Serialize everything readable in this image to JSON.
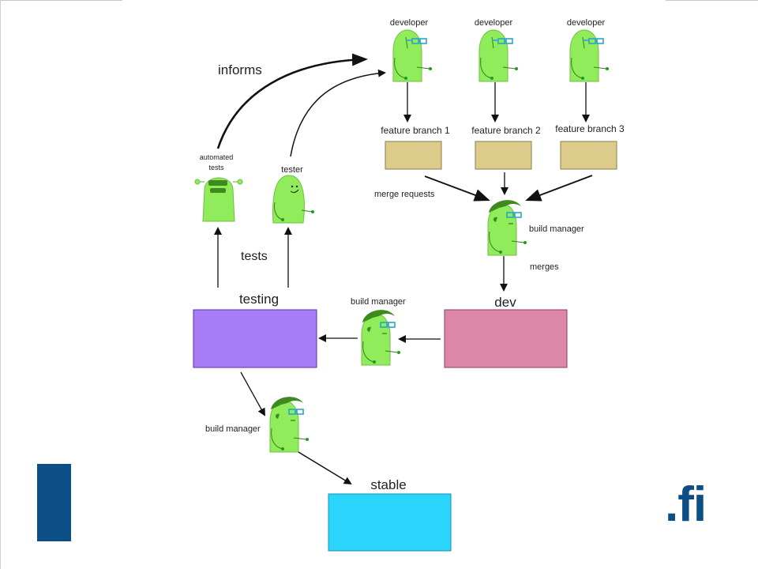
{
  "logo": {
    "text": ".fi",
    "color": "#0b4f86"
  },
  "labels": {
    "informs": "informs",
    "tests": "tests",
    "merge_requests": "merge requests",
    "merges": "merges"
  },
  "people": {
    "developer_1": "developer",
    "developer_2": "developer",
    "developer_3": "developer",
    "automated_tests_line1": "automated",
    "automated_tests_line2": "tests",
    "tester": "tester",
    "build_manager_merge": "build manager",
    "build_manager_promote": "build manager",
    "build_manager_release": "build manager"
  },
  "branches": {
    "feature_1": "feature branch 1",
    "feature_2": "feature branch 2",
    "feature_3": "feature branch 3"
  },
  "environments": {
    "testing": "testing",
    "dev": "dev",
    "stable": "stable"
  },
  "colors": {
    "feature_box": "#dccb8a",
    "testing_box": "#a97cf7",
    "dev_box": "#dc86a8",
    "stable_box": "#2ad4fa",
    "figure_green": "#90ec5b",
    "hair_green": "#3f8a1f",
    "glasses": "#2aa6c9"
  }
}
